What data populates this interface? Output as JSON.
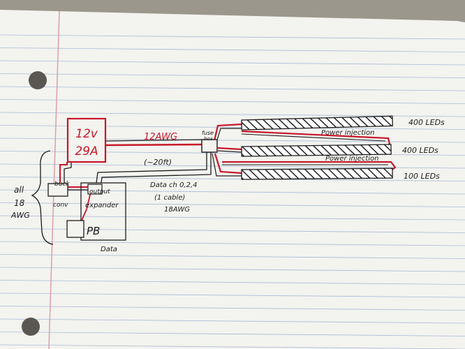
{
  "power_supply": {
    "voltage": "12v",
    "current": "29A"
  },
  "main_cable_gauge": "12AWG",
  "cable_length": "(~20ft)",
  "fuse_box_label": [
    "fuse",
    "box"
  ],
  "buck_converter_label": [
    "buck",
    "conv"
  ],
  "output_expander_label": [
    "output",
    "expander"
  ],
  "controller_label": "PB",
  "data_label": "Data",
  "data_cable_note": [
    "Data ch 0,2,4",
    "(1 cable)",
    "18AWG"
  ],
  "all_wiring_note": [
    "all",
    "18",
    "AWG"
  ],
  "power_injection_labels": [
    "Power injection",
    "Power injection"
  ],
  "led_strips": [
    {
      "label": "400 LEDs"
    },
    {
      "label": "400 LEDs"
    },
    {
      "label": "100 LEDs"
    }
  ],
  "colors": {
    "wire_red": "#c8182a",
    "ink": "#1e1c1c",
    "paper": "#f3f3ef",
    "rule_line": "#a8bcd6",
    "margin_line": "#d99aa3"
  }
}
